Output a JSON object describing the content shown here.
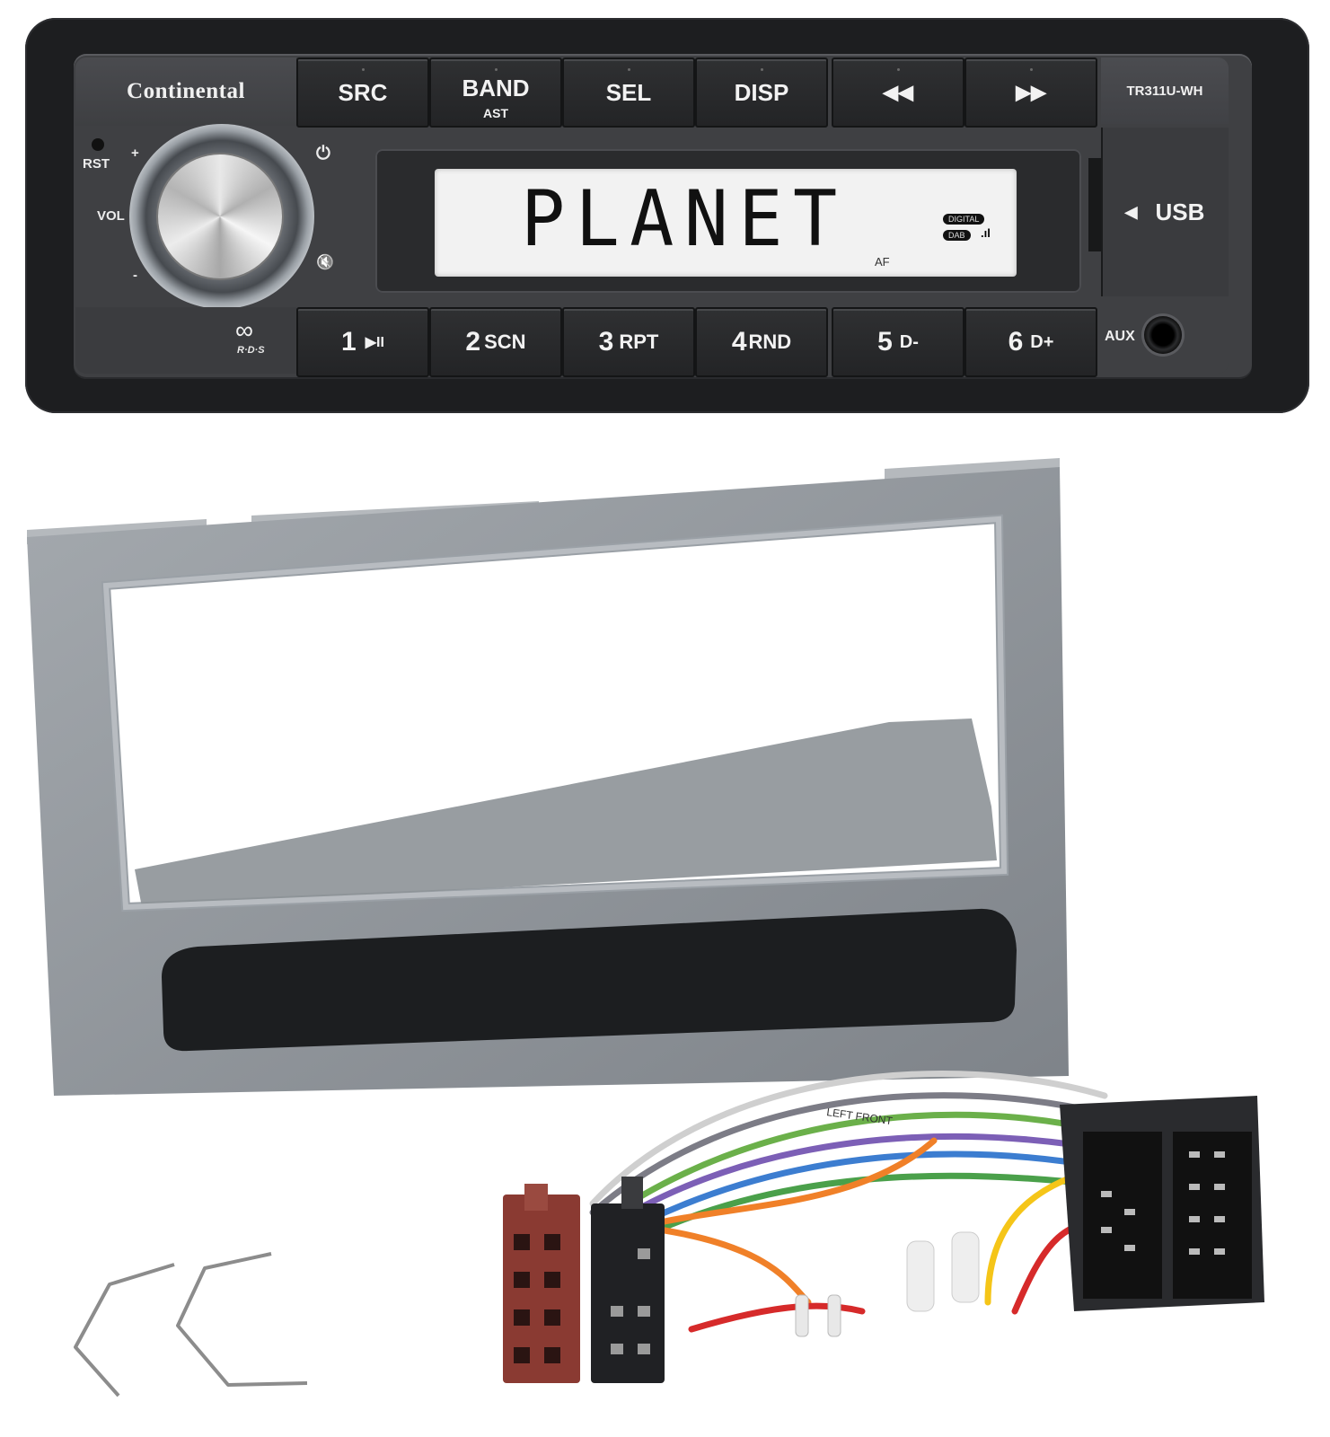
{
  "radio": {
    "brand": "Continental",
    "model": "TR311U-WH",
    "top_buttons": [
      {
        "label": "SRC",
        "sub": ""
      },
      {
        "label": "BAND",
        "sub": "AST"
      },
      {
        "label": "SEL",
        "sub": ""
      },
      {
        "label": "DISP",
        "sub": ""
      },
      {
        "label": "◀◀",
        "sub": ""
      },
      {
        "label": "▶▶",
        "sub": ""
      }
    ],
    "preset_buttons": [
      {
        "num": "1",
        "func": "▶II"
      },
      {
        "num": "2",
        "func": "SCN"
      },
      {
        "num": "3",
        "func": "RPT"
      },
      {
        "num": "4",
        "func": "RND"
      },
      {
        "num": "5",
        "func": "D-"
      },
      {
        "num": "6",
        "func": "D+"
      }
    ],
    "display": {
      "text": "PLANET",
      "badge_digital": "DIGITAL",
      "badge_dab": "DAB",
      "signal": ".ıl",
      "af": "AF"
    },
    "usb_label": "USB",
    "usb_arrow": "◀",
    "aux_label": "AUX",
    "knob_labels": {
      "rst": "RST",
      "vol": "VOL",
      "plus": "+",
      "minus": "-"
    },
    "power_icon": "⏻",
    "mute_icon": "🔇",
    "rds_label": "R·D·S",
    "colors": {
      "body": "#1d1e20",
      "face": "#3f4043",
      "lcd": "#f2f2f2"
    }
  },
  "frame": {
    "description": "single-DIN fascia panel with storage pocket",
    "color": "#8e949a"
  },
  "harness": {
    "wire_print": "LEFT FRONT",
    "connectors": [
      "brown ISO",
      "black ISO",
      "black vehicle plug"
    ]
  },
  "tools": {
    "count": 2,
    "description": "radio removal keys"
  }
}
